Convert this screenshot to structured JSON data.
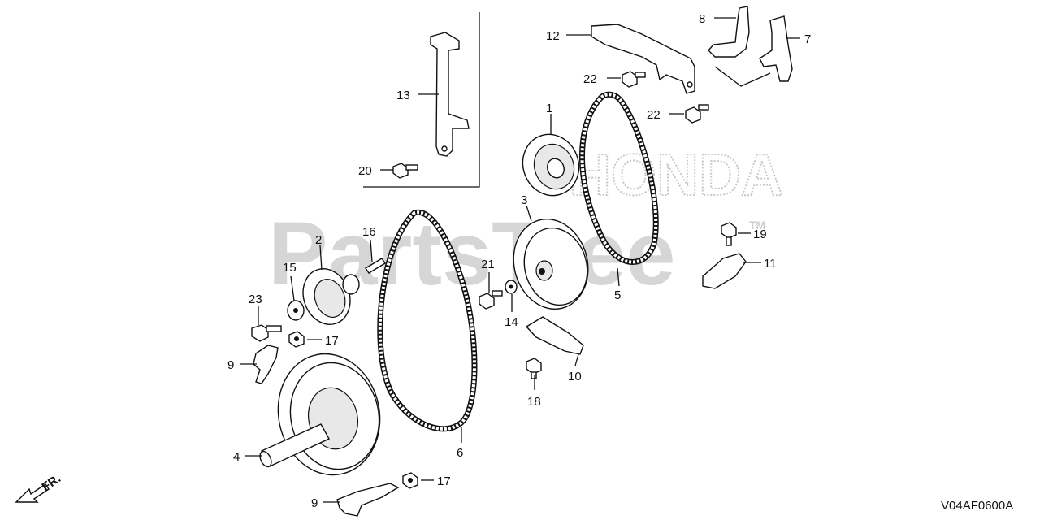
{
  "watermark": {
    "brand": "PartsTree",
    "tm": "TM",
    "logo_text": "HONDA"
  },
  "diagram_code": "V04AF0600A",
  "direction": "FR.",
  "callouts": {
    "c1": "1",
    "c2": "2",
    "c3": "3",
    "c4": "4",
    "c5": "5",
    "c6": "6",
    "c7": "7",
    "c8": "8",
    "c9a": "9",
    "c9b": "9",
    "c10": "10",
    "c11": "11",
    "c12": "12",
    "c13": "13",
    "c14": "14",
    "c15": "15",
    "c16": "16",
    "c17a": "17",
    "c17b": "17",
    "c18": "18",
    "c19": "19",
    "c20": "20",
    "c21": "21",
    "c22a": "22",
    "c22b": "22",
    "c23": "23"
  },
  "colors": {
    "line": "#111111",
    "watermark": "#cfcfcf",
    "background": "#ffffff"
  }
}
